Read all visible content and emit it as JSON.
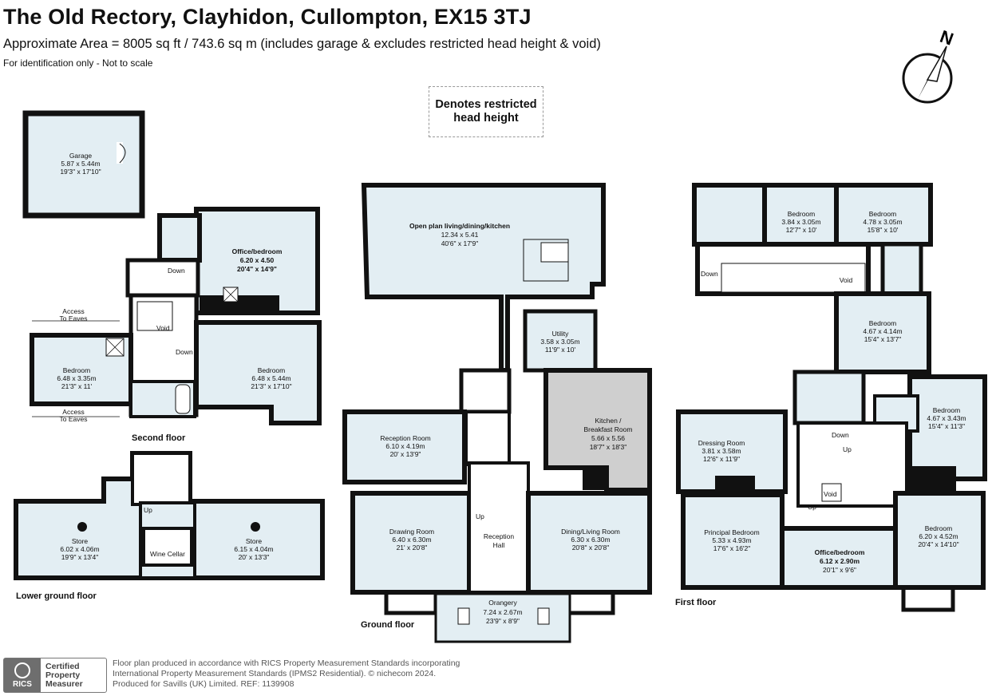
{
  "header": {
    "title": "The Old Rectory, Clayhidon, Cullompton, EX15 3TJ",
    "area": "Approximate Area = 8005 sq ft / 743.6 sq m (includes garage & excludes restricted head height & void)",
    "note": "For identification only - Not to scale"
  },
  "compass": {
    "label": "N"
  },
  "legend": {
    "restricted_line1": "Denotes restricted",
    "restricted_line2": "head height"
  },
  "floors": {
    "lower_ground": "Lower ground floor",
    "ground": "Ground floor",
    "first": "First floor",
    "second": "Second floor"
  },
  "rooms": {
    "garage": {
      "name": "Garage",
      "metric": "5.87 x 5.44m",
      "imperial": "19'3\" x 17'10\""
    },
    "office_second": {
      "name": "Office/bedroom",
      "metric": "6.20 x 4.50",
      "imperial": "20'4\" x 14'9\""
    },
    "bed_second_left": {
      "name": "Bedroom",
      "metric": "6.48 x 3.35m",
      "imperial": "21'3\" x 11'"
    },
    "bed_second_right": {
      "name": "Bedroom",
      "metric": "6.48 x 5.44m",
      "imperial": "21'3\" x 17'10\""
    },
    "store_left": {
      "name": "Store",
      "metric": "6.02 x 4.06m",
      "imperial": "19'9\" x 13'4\""
    },
    "store_right": {
      "name": "Store",
      "metric": "6.15 x 4.04m",
      "imperial": "20' x 13'3\""
    },
    "wine_cellar": {
      "name": "Wine Cellar"
    },
    "open_plan": {
      "name": "Open plan living/dining/kitchen",
      "metric": "12.34 x 5.41",
      "imperial": "40'6\" x 17'9\""
    },
    "utility": {
      "name": "Utility",
      "metric": "3.58 x 3.05m",
      "imperial": "11'9\" x 10'"
    },
    "kitchen": {
      "name": "Kitchen /",
      "name2": "Breakfast Room",
      "metric": "5.66 x 5.56",
      "imperial": "18'7\" x 18'3\""
    },
    "reception_room": {
      "name": "Reception Room",
      "metric": "6.10 x 4.19m",
      "imperial": "20' x 13'9\""
    },
    "drawing_room": {
      "name": "Drawing Room",
      "metric": "6.40 x 6.30m",
      "imperial": "21' x 20'8\""
    },
    "reception_hall": {
      "name": "Reception",
      "name2": "Hall"
    },
    "dining_living": {
      "name": "Dining/Living Room",
      "metric": "6.30 x 6.30m",
      "imperial": "20'8\" x 20'8\""
    },
    "orangery": {
      "name": "Orangery",
      "metric": "7.24 x 2.67m",
      "imperial": "23'9\" x 8'9\""
    },
    "bed_first_a": {
      "name": "Bedroom",
      "metric": "3.84 x 3.05m",
      "imperial": "12'7\" x 10'"
    },
    "bed_first_b": {
      "name": "Bedroom",
      "metric": "4.78 x 3.05m",
      "imperial": "15'8\" x 10'"
    },
    "void_first": {
      "name": "Void"
    },
    "bed_first_c": {
      "name": "Bedroom",
      "metric": "4.67 x 4.14m",
      "imperial": "15'4\" x 13'7\""
    },
    "bed_first_d": {
      "name": "Bedroom",
      "metric": "4.67 x 3.43m",
      "imperial": "15'4\" x 11'3\""
    },
    "dressing": {
      "name": "Dressing Room",
      "metric": "3.81 x 3.58m",
      "imperial": "12'6\" x 11'9\""
    },
    "principal": {
      "name": "Principal Bedroom",
      "metric": "5.33 x 4.93m",
      "imperial": "17'6\" x 16'2\""
    },
    "office_first": {
      "name": "Office/bedroom",
      "metric": "6.12 x 2.90m",
      "imperial": "20'1\" x 9'6\""
    },
    "bed_first_e": {
      "name": "Bedroom",
      "metric": "6.20 x 4.52m",
      "imperial": "20'4\" x 14'10\""
    }
  },
  "labels": {
    "down": "Down",
    "up": "Up",
    "void": "Void",
    "access": "Access",
    "to_eaves": "To Eaves"
  },
  "footer": {
    "line1": "Floor plan produced in accordance with RICS Property Measurement Standards incorporating",
    "line2": "International Property Measurement Standards (IPMS2 Residential).  © nichecom 2024.",
    "line3": "Produced for Savills (UK) Limited.   REF:  1139908",
    "badge_line1": "Certified",
    "badge_line2": "Property",
    "badge_line3": "Measurer",
    "badge_logo": "RICS"
  },
  "colors": {
    "room_fill": "#e3eef3",
    "kitchen_fill": "#cfcfcf",
    "wall": "#111111"
  }
}
